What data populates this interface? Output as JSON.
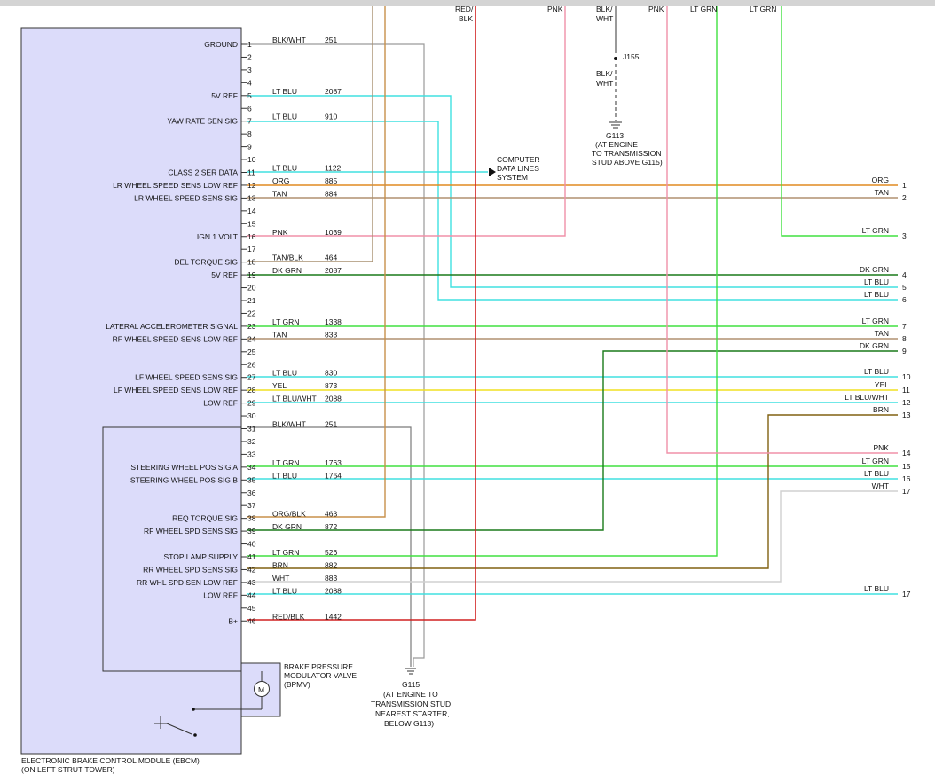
{
  "module": {
    "title_line1": "ELECTRONIC BRAKE CONTROL MODULE (EBCM)",
    "title_line2": "(ON LEFT STRUT TOWER)",
    "fill": "#dcdcfa"
  },
  "pins": [
    {
      "pin": "1",
      "label": "GROUND",
      "color": "BLK/WHT",
      "circuit": "251",
      "hex": "#9a9a9a"
    },
    {
      "pin": "2",
      "label": "",
      "color": "",
      "circuit": "",
      "hex": ""
    },
    {
      "pin": "3",
      "label": "",
      "color": "",
      "circuit": "",
      "hex": ""
    },
    {
      "pin": "4",
      "label": "",
      "color": "",
      "circuit": "",
      "hex": ""
    },
    {
      "pin": "5",
      "label": "5V REF",
      "color": "LT BLU",
      "circuit": "2087",
      "hex": "#40e0e0"
    },
    {
      "pin": "6",
      "label": "",
      "color": "",
      "circuit": "",
      "hex": ""
    },
    {
      "pin": "7",
      "label": "YAW RATE SEN SIG",
      "color": "LT BLU",
      "circuit": "910",
      "hex": "#40e0e0"
    },
    {
      "pin": "8",
      "label": "",
      "color": "",
      "circuit": "",
      "hex": ""
    },
    {
      "pin": "9",
      "label": "",
      "color": "",
      "circuit": "",
      "hex": ""
    },
    {
      "pin": "10",
      "label": "",
      "color": "",
      "circuit": "",
      "hex": ""
    },
    {
      "pin": "11",
      "label": "CLASS 2 SER DATA",
      "color": "LT BLU",
      "circuit": "1122",
      "hex": "#40e0e0"
    },
    {
      "pin": "12",
      "label": "LR WHEEL SPEED SENS LOW REF",
      "color": "ORG",
      "circuit": "885",
      "hex": "#e08a20"
    },
    {
      "pin": "13",
      "label": "LR WHEEL SPEED SENS SIG",
      "color": "TAN",
      "circuit": "884",
      "hex": "#b09070"
    },
    {
      "pin": "14",
      "label": "",
      "color": "",
      "circuit": "",
      "hex": ""
    },
    {
      "pin": "15",
      "label": "",
      "color": "",
      "circuit": "",
      "hex": ""
    },
    {
      "pin": "16",
      "label": "IGN 1 VOLT",
      "color": "PNK",
      "circuit": "1039",
      "hex": "#f090a8"
    },
    {
      "pin": "17",
      "label": "",
      "color": "",
      "circuit": "",
      "hex": ""
    },
    {
      "pin": "18",
      "label": "DEL TORQUE SIG",
      "color": "TAN/BLK",
      "circuit": "464",
      "hex": "#a89070"
    },
    {
      "pin": "19",
      "label": "5V REF",
      "color": "DK GRN",
      "circuit": "2087",
      "hex": "#1a7a1a"
    },
    {
      "pin": "20",
      "label": "",
      "color": "",
      "circuit": "",
      "hex": ""
    },
    {
      "pin": "21",
      "label": "",
      "color": "",
      "circuit": "",
      "hex": ""
    },
    {
      "pin": "22",
      "label": "",
      "color": "",
      "circuit": "",
      "hex": ""
    },
    {
      "pin": "23",
      "label": "LATERAL ACCELEROMETER SIGNAL",
      "color": "LT GRN",
      "circuit": "1338",
      "hex": "#40e040"
    },
    {
      "pin": "24",
      "label": "RF WHEEL SPEED SENS LOW REF",
      "color": "TAN",
      "circuit": "833",
      "hex": "#b09070"
    },
    {
      "pin": "25",
      "label": "",
      "color": "",
      "circuit": "",
      "hex": ""
    },
    {
      "pin": "26",
      "label": "",
      "color": "",
      "circuit": "",
      "hex": ""
    },
    {
      "pin": "27",
      "label": "LF WHEEL SPEED SENS SIG",
      "color": "LT BLU",
      "circuit": "830",
      "hex": "#40e0e0"
    },
    {
      "pin": "28",
      "label": "LF WHEEL SPEED SENS LOW REF",
      "color": "YEL",
      "circuit": "873",
      "hex": "#f0e020"
    },
    {
      "pin": "29",
      "label": "LOW REF",
      "color": "LT BLU/WHT",
      "circuit": "2088",
      "hex": "#40e0e0"
    },
    {
      "pin": "30",
      "label": "",
      "color": "",
      "circuit": "",
      "hex": ""
    },
    {
      "pin": "31",
      "label": "",
      "color": "BLK/WHT",
      "circuit": "251",
      "hex": "#7a7a7a"
    },
    {
      "pin": "32",
      "label": "",
      "color": "",
      "circuit": "",
      "hex": ""
    },
    {
      "pin": "33",
      "label": "",
      "color": "",
      "circuit": "",
      "hex": ""
    },
    {
      "pin": "34",
      "label": "STEERING WHEEL POS SIG A",
      "color": "LT GRN",
      "circuit": "1763",
      "hex": "#40e040"
    },
    {
      "pin": "35",
      "label": "STEERING WHEEL POS SIG B",
      "color": "LT BLU",
      "circuit": "1764",
      "hex": "#40e0e0"
    },
    {
      "pin": "36",
      "label": "",
      "color": "",
      "circuit": "",
      "hex": ""
    },
    {
      "pin": "37",
      "label": "",
      "color": "",
      "circuit": "",
      "hex": ""
    },
    {
      "pin": "38",
      "label": "REQ TORQUE SIG",
      "color": "ORG/BLK",
      "circuit": "463",
      "hex": "#c8904a"
    },
    {
      "pin": "39",
      "label": "RF WHEEL SPD SENS SIG",
      "color": "DK GRN",
      "circuit": "872",
      "hex": "#1a7a1a"
    },
    {
      "pin": "40",
      "label": "",
      "color": "",
      "circuit": "",
      "hex": ""
    },
    {
      "pin": "41",
      "label": "STOP LAMP SUPPLY",
      "color": "LT GRN",
      "circuit": "526",
      "hex": "#40e040"
    },
    {
      "pin": "42",
      "label": "RR WHEEL SPD SENS SIG",
      "color": "BRN",
      "circuit": "882",
      "hex": "#806010"
    },
    {
      "pin": "43",
      "label": "RR WHL SPD SEN LOW REF",
      "color": "WHT",
      "circuit": "883",
      "hex": "#d0d0d0"
    },
    {
      "pin": "44",
      "label": "LOW REF",
      "color": "LT BLU",
      "circuit": "2088",
      "hex": "#40e0e0"
    },
    {
      "pin": "45",
      "label": "",
      "color": "",
      "circuit": "",
      "hex": ""
    },
    {
      "pin": "46",
      "label": "B+",
      "color": "RED/BLK",
      "circuit": "1442",
      "hex": "#d02020"
    }
  ],
  "connector_right": [
    {
      "pin": "1",
      "color": "ORG"
    },
    {
      "pin": "2",
      "color": "TAN"
    },
    {
      "pin": "3",
      "color": "LT GRN"
    },
    {
      "pin": "4",
      "color": "DK GRN"
    },
    {
      "pin": "5",
      "color": "LT BLU"
    },
    {
      "pin": "6",
      "color": "LT BLU"
    },
    {
      "pin": "7",
      "color": "LT GRN"
    },
    {
      "pin": "8",
      "color": "TAN"
    },
    {
      "pin": "9",
      "color": "DK GRN"
    },
    {
      "pin": "10",
      "color": "LT BLU"
    },
    {
      "pin": "11",
      "color": "YEL"
    },
    {
      "pin": "12",
      "color": "LT BLU/WHT"
    },
    {
      "pin": "13",
      "color": "BRN"
    },
    {
      "pin": "14",
      "color": "PNK"
    },
    {
      "pin": "15",
      "color": "LT GRN"
    },
    {
      "pin": "16",
      "color": "LT BLU"
    },
    {
      "pin": "17",
      "color": "WHT"
    },
    {
      "pin": "17",
      "color": "LT BLU"
    }
  ],
  "top_labels": [
    {
      "line1": "RED/",
      "line2": "BLK"
    },
    {
      "line1": "PNK",
      "line2": ""
    },
    {
      "line1": "BLK/",
      "line2": "WHT"
    },
    {
      "line1": "PNK",
      "line2": ""
    },
    {
      "line1": "LT GRN",
      "line2": ""
    },
    {
      "line1": "LT GRN",
      "line2": ""
    }
  ],
  "computer_data": {
    "line1": "COMPUTER",
    "line2": "DATA LINES",
    "line3": "SYSTEM"
  },
  "splice": {
    "name": "J155",
    "wire_line1": "BLK/",
    "wire_line2": "WHT"
  },
  "g113": {
    "name": "G113",
    "line1": "(AT ENGINE",
    "line2": "TO TRANSMISSION",
    "line3": "STUD ABOVE G115)"
  },
  "g115": {
    "name": "G115",
    "line1": "(AT ENGINE TO",
    "line2": "TRANSMISSION STUD",
    "line3": "NEAREST STARTER,",
    "line4": "BELOW G113)"
  },
  "bpmv": {
    "line1": "BRAKE PRESSURE",
    "line2": "MODULATOR VALVE",
    "line3": "(BPMV)",
    "motor_symbol": "M"
  }
}
